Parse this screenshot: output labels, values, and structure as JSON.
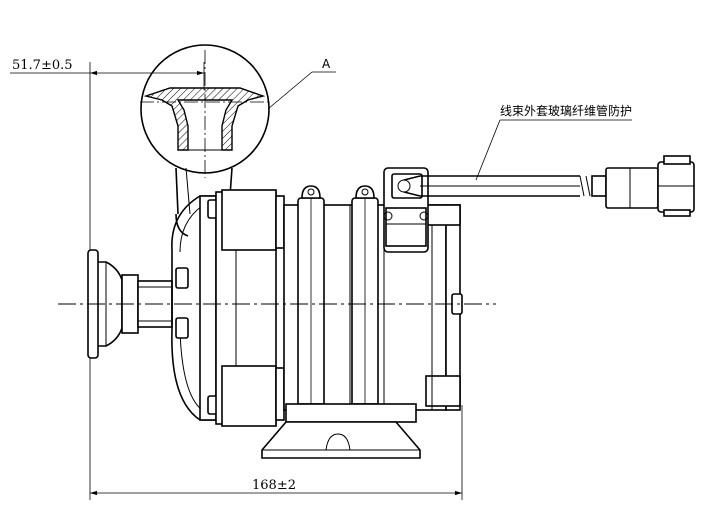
{
  "dimensions": {
    "offset_label": "51.7±0.5",
    "length_label": "168±2"
  },
  "annotations": {
    "detail_label": "A",
    "harness_note": "线束外套玻璃纤维管防护"
  }
}
